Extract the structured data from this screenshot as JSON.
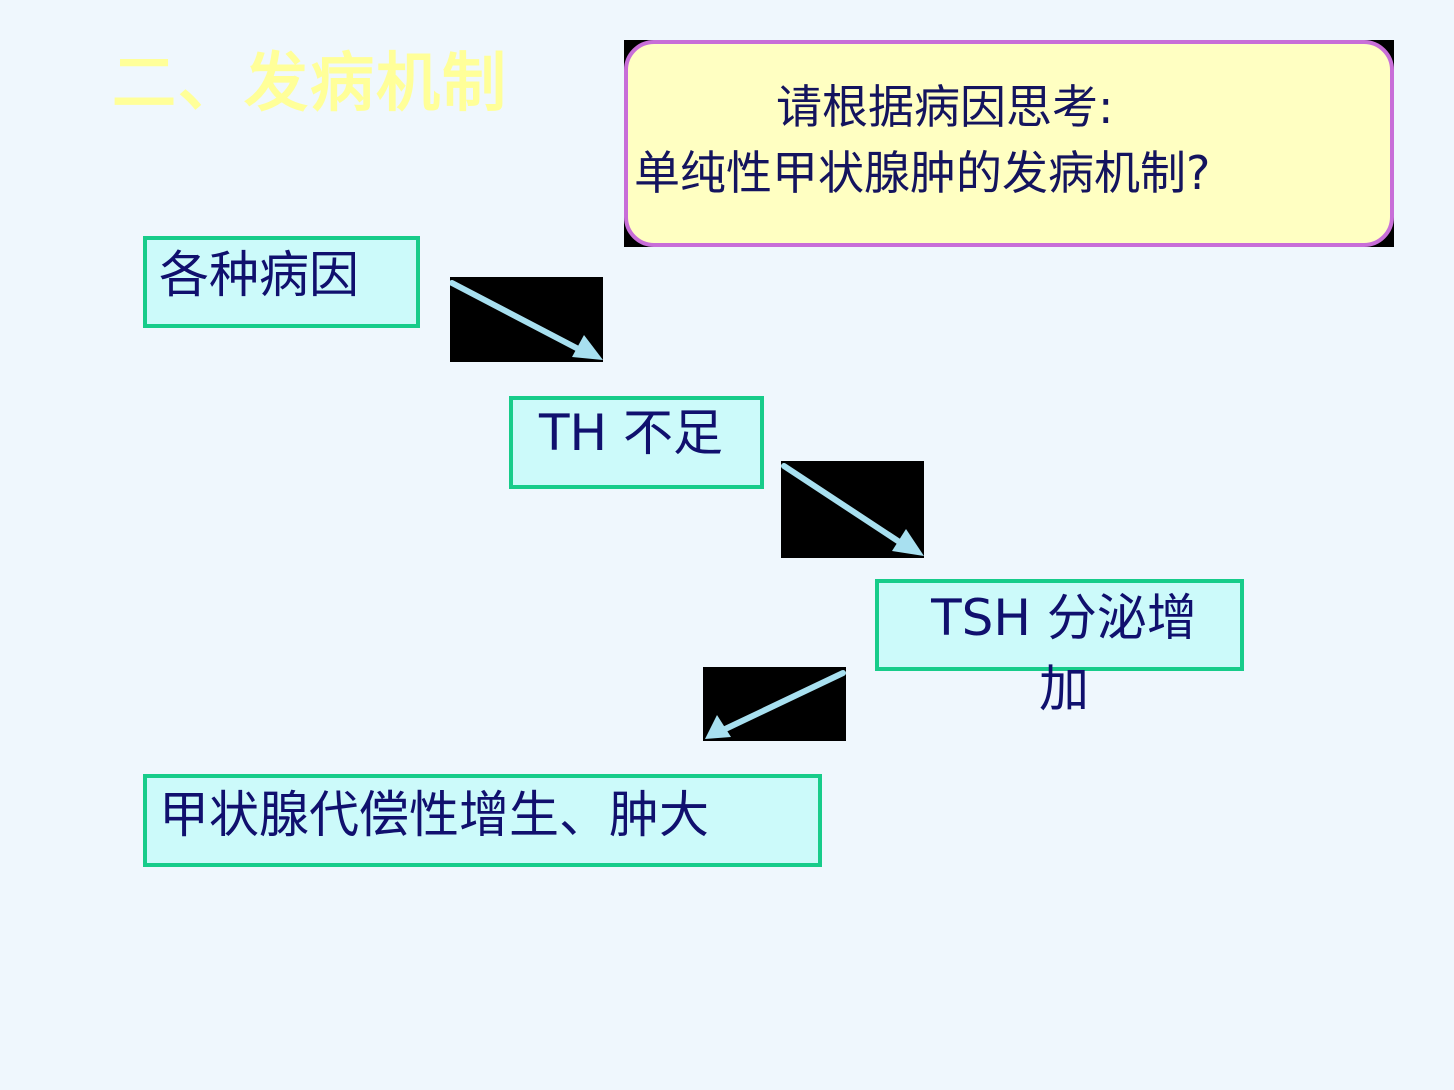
{
  "title": "二、发病机制",
  "callout": {
    "line1": "请根据病因思考:",
    "line2": "单纯性甲状腺肿的发病机制?"
  },
  "flow": {
    "steps": [
      {
        "label": "各种病因"
      },
      {
        "label": "TH 不足"
      },
      {
        "label": "TSH 分泌增加"
      },
      {
        "label": "甲状腺代偿性增生、肿大"
      }
    ],
    "arrows": [
      {
        "from": "各种病因",
        "to": "TH 不足",
        "direction": "down-right"
      },
      {
        "from": "TH 不足",
        "to": "TSH 分泌增加",
        "direction": "down-right"
      },
      {
        "from": "TSH 分泌增加",
        "to": "甲状腺代偿性增生、肿大",
        "direction": "down-left"
      }
    ]
  },
  "colors": {
    "background": "#eff7fd",
    "title": "#ffff99",
    "callout_fill": "#ffffc2",
    "callout_border": "#c86ed8",
    "node_fill": "#ccfafa",
    "node_border": "#17cc8a",
    "text": "#10106e",
    "arrow": "#a8e0f0"
  }
}
